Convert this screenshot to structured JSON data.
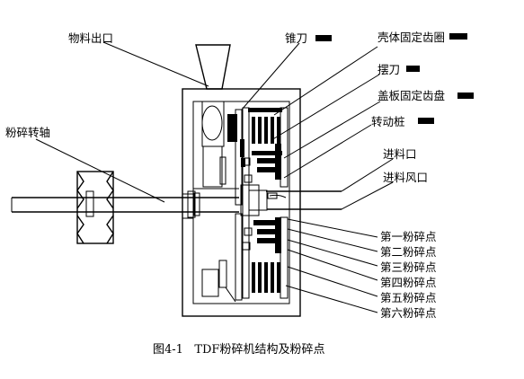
{
  "labels": {
    "material_outlet": "物料出口",
    "cone_knife": "锥刀",
    "shell_ring": "壳体固定齿圈",
    "swing_knife": "摆刀",
    "cover_disc": "盖板固定齿盘",
    "rotating_pin": "转动桩",
    "crushing_shaft": "粉碎转轴",
    "feed_inlet": "进料口",
    "feed_air_inlet": "进料风口",
    "point_1": "第一粉碎点",
    "point_2": "第二粉碎点",
    "point_3": "第三粉碎点",
    "point_4": "第四粉碎点",
    "point_5": "第五粉碎点",
    "point_6": "第六粉碎点"
  },
  "caption": "图4-1   TDF粉碎机结构及粉碎点"
}
